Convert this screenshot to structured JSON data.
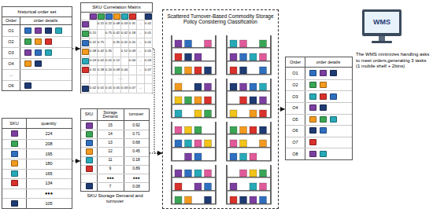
{
  "diagram": {
    "nodes": [
      {
        "text": [
          "historical order set",
          "Order",
          "order details"
        ]
      },
      {
        "text": [
          "SKU",
          "quantity"
        ]
      },
      {
        "text": [
          "SKU Correlation Matrix"
        ]
      },
      {
        "text": [
          "SKU",
          "Storage Demand",
          "turnover",
          "SKU Storage Demand and turnover"
        ]
      },
      {
        "text": [
          "Scattered Turnover-Based Commodity Storage Policy Considering Classification"
        ]
      },
      {
        "text": [
          "Order",
          "order details"
        ]
      },
      {
        "text": [
          "WMS",
          "The WMS minimizes handling asks to meet orders,generating 3 tasks (1 mobile shelf + 2bins)"
        ]
      }
    ],
    "edges": [
      {
        "from": 0,
        "to": 2,
        "arrow": "to"
      },
      {
        "from": 1,
        "to": 3,
        "arrow": "to"
      },
      {
        "from": 2,
        "to": 4,
        "arrow": "to"
      },
      {
        "from": 3,
        "to": 4,
        "arrow": "to"
      },
      {
        "from": 4,
        "to": 5,
        "arrow": "to"
      }
    ],
    "labels": [
      "O1",
      "O2",
      "O3",
      "O4",
      "...",
      "O6",
      "224",
      "208",
      "195",
      "180",
      "165",
      "134",
      "●●●",
      "105",
      "0.15",
      "0.22",
      "0.08",
      "0.03",
      "0.31",
      "...",
      "0.02",
      "0.15",
      "0.75",
      "0.42",
      "0.02",
      "0.18",
      "...",
      "0.01",
      "0.22",
      "0.75",
      "0.35",
      "0.01",
      "0.20",
      "...",
      "0.01",
      "0.08",
      "0.42",
      "0.35",
      "0.12",
      "0.09",
      "...",
      "0.05",
      "0.03",
      "0.02",
      "0.01",
      "0.12",
      "0.04",
      "...",
      "0.03",
      "0.31",
      "0.18",
      "0.20",
      "0.09",
      "0.04",
      "...",
      "0.07",
      "......",
      "0.02",
      "0.01",
      "0.01",
      "0.05",
      "0.03",
      "0.07",
      "...",
      "15",
      "0.92",
      "14",
      "0.71",
      "13",
      "0.68",
      "12",
      "0.45",
      "11",
      "0.18",
      "9",
      "0.89",
      "●●●",
      "●●●",
      "7",
      "0.08",
      "O1",
      "O2",
      "O3",
      "O4",
      "O5",
      "O6",
      "O7",
      "O8"
    ]
  }
}
